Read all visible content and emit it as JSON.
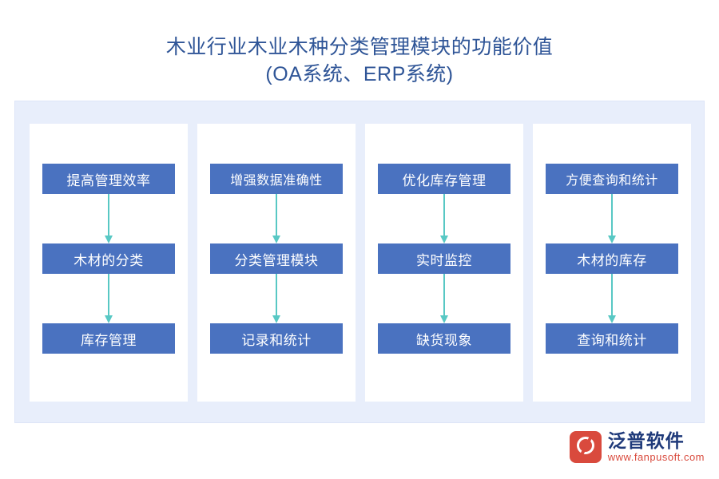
{
  "title": {
    "line1": "木业行业木业木种分类管理模块的功能价值",
    "line2": "(OA系统、ERP系统)"
  },
  "colors": {
    "title": "#2f5597",
    "node_bg": "#4a72c0",
    "node_text": "#ffffff",
    "board_bg": "#e8eefb",
    "arrow": "#58c8c4",
    "logo_mark": "#d94a3d",
    "logo_name": "#1f3a7a",
    "logo_url": "#d94a3d"
  },
  "columns": [
    {
      "nodes": [
        {
          "label": "提高管理效率"
        },
        {
          "label": "木材的分类"
        },
        {
          "label": "库存管理"
        }
      ]
    },
    {
      "nodes": [
        {
          "label": "增强数据准确性"
        },
        {
          "label": "分类管理模块"
        },
        {
          "label": "记录和统计"
        }
      ]
    },
    {
      "nodes": [
        {
          "label": "优化库存管理"
        },
        {
          "label": "实时监控"
        },
        {
          "label": "缺货现象"
        }
      ]
    },
    {
      "nodes": [
        {
          "label": "方便查询和统计"
        },
        {
          "label": "木材的库存"
        },
        {
          "label": "查询和统计"
        }
      ]
    }
  ],
  "logo": {
    "name": "泛普软件",
    "url": "www.fanpusoft.com",
    "icon": "fanpu-logo-icon"
  }
}
